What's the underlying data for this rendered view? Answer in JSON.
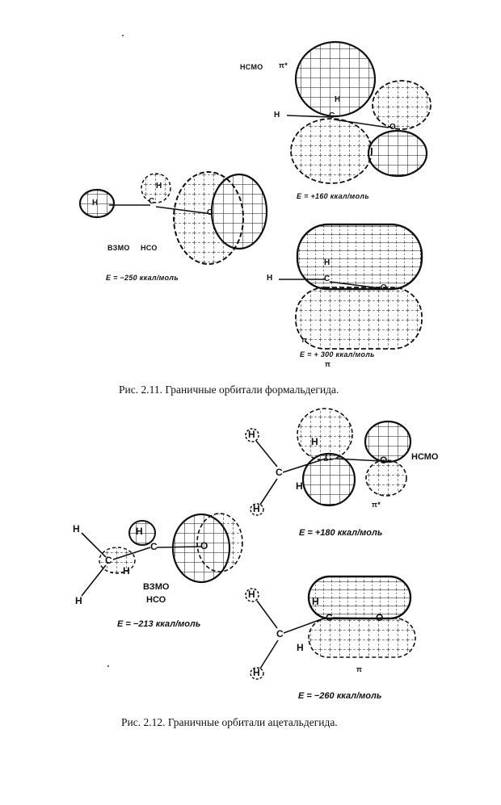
{
  "figure_1": {
    "homo_label": "ВЗМО",
    "homo_sublabel": "НСО",
    "homo_energy": "E = −250 ккал/моль",
    "lumo_label": "НСМО",
    "lumo_symbol": "π*",
    "lumo_energy": "E = +160 ккал/моль",
    "pi_symbol": "π",
    "pi_energy": "E = + 300 ккал/моль",
    "pi_symbol_below": "π",
    "atoms": {
      "h": "H",
      "c": "C",
      "o": "O"
    },
    "caption": "Рис. 2.11. Граничные орбитали формальдегида."
  },
  "figure_2": {
    "lumo_label": "НСМО",
    "lumo_symbol": "π*",
    "lumo_energy": "E = +180 ккал/моль",
    "homo_label": "ВЗМО",
    "homo_sublabel": "НСО",
    "homo_energy": "E = −213 ккал/моль",
    "pi_symbol": "π",
    "pi_energy": "E = −260 ккал/моль",
    "atoms": {
      "h": "H",
      "c": "C",
      "o": "O"
    },
    "caption": "Рис. 2.12. Граничные орбитали ацетальдегида."
  }
}
